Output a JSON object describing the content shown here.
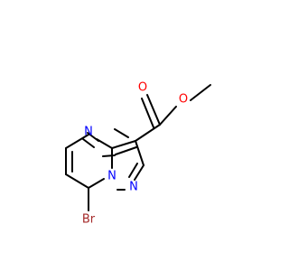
{
  "molecule": {
    "atoms": {
      "n_ring6": "N",
      "n_bridge": "N",
      "n_pyrazole": "N",
      "o_carbonyl": "O",
      "o_ester": "O",
      "br": "Br"
    },
    "colors": {
      "bond": "#000000",
      "nitrogen": "#0000ff",
      "oxygen": "#ff0000",
      "bromine": "#a52a2a"
    }
  }
}
